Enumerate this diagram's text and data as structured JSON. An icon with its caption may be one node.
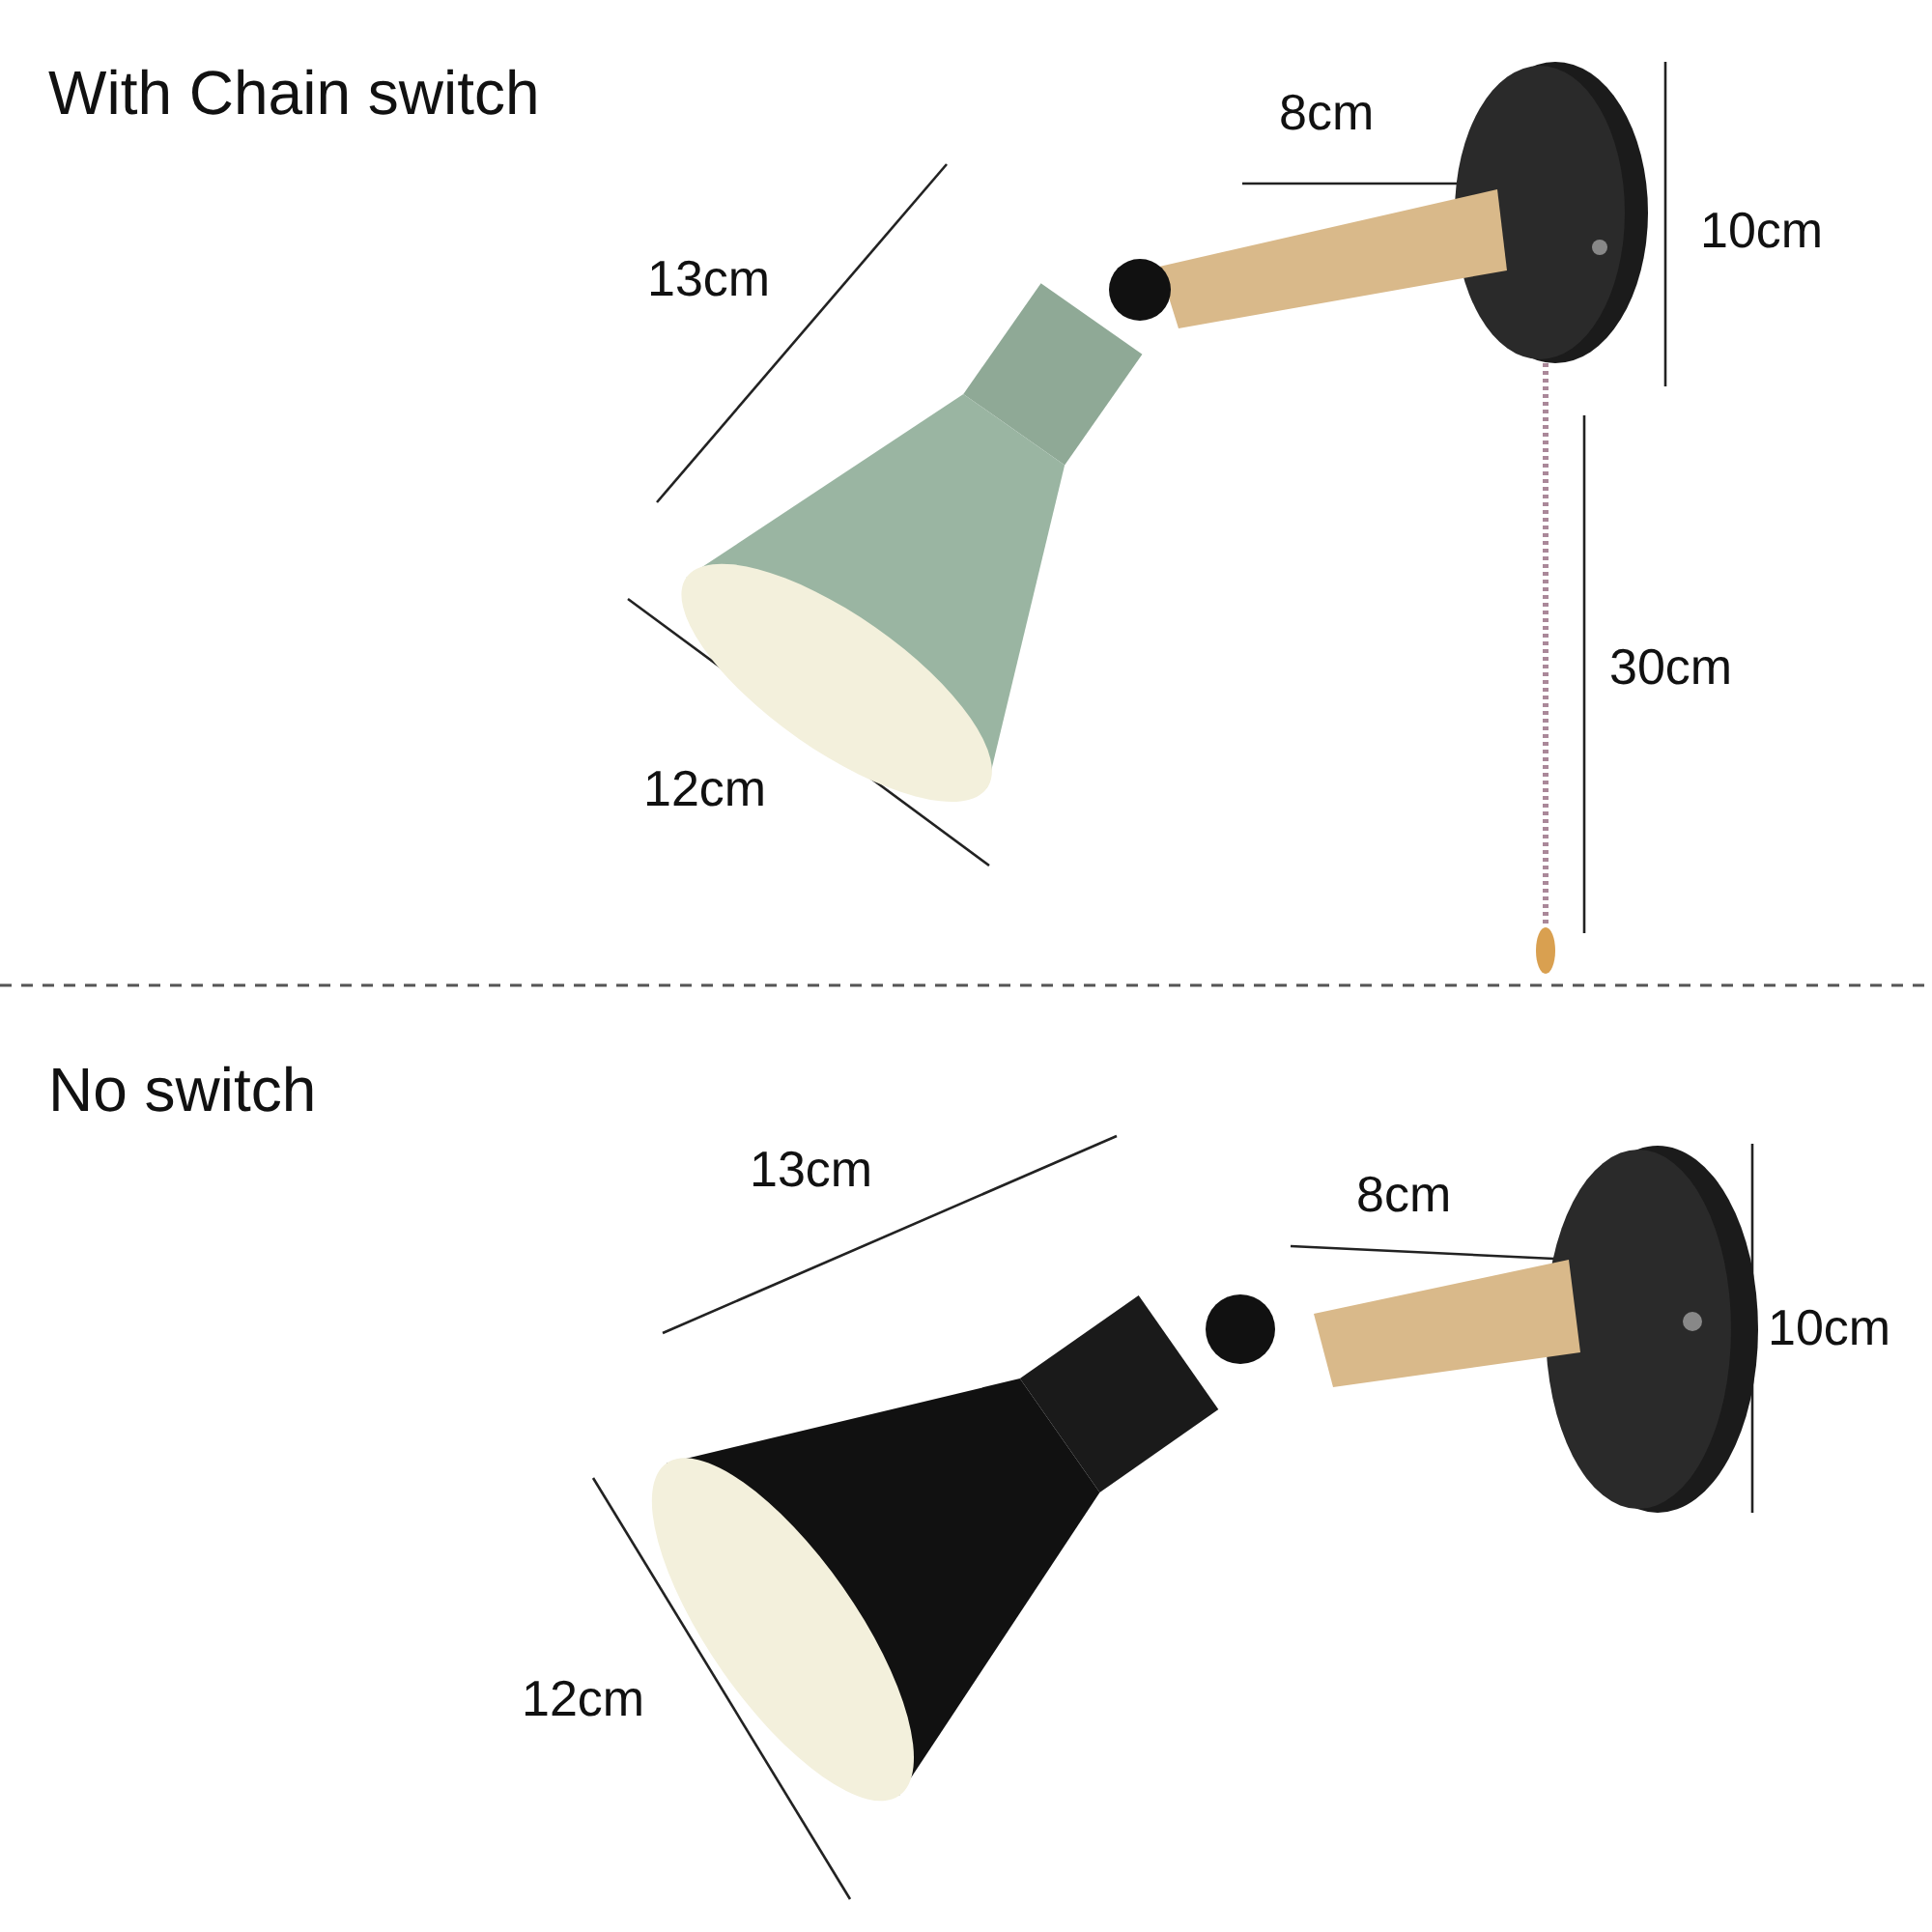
{
  "diagram": {
    "labels": [
      "With Chain switch",
      "8cm",
      "10cm",
      "13cm",
      "30cm",
      "12cm",
      "No switch",
      "13cm",
      "8cm",
      "10cm",
      "12cm"
    ]
  }
}
